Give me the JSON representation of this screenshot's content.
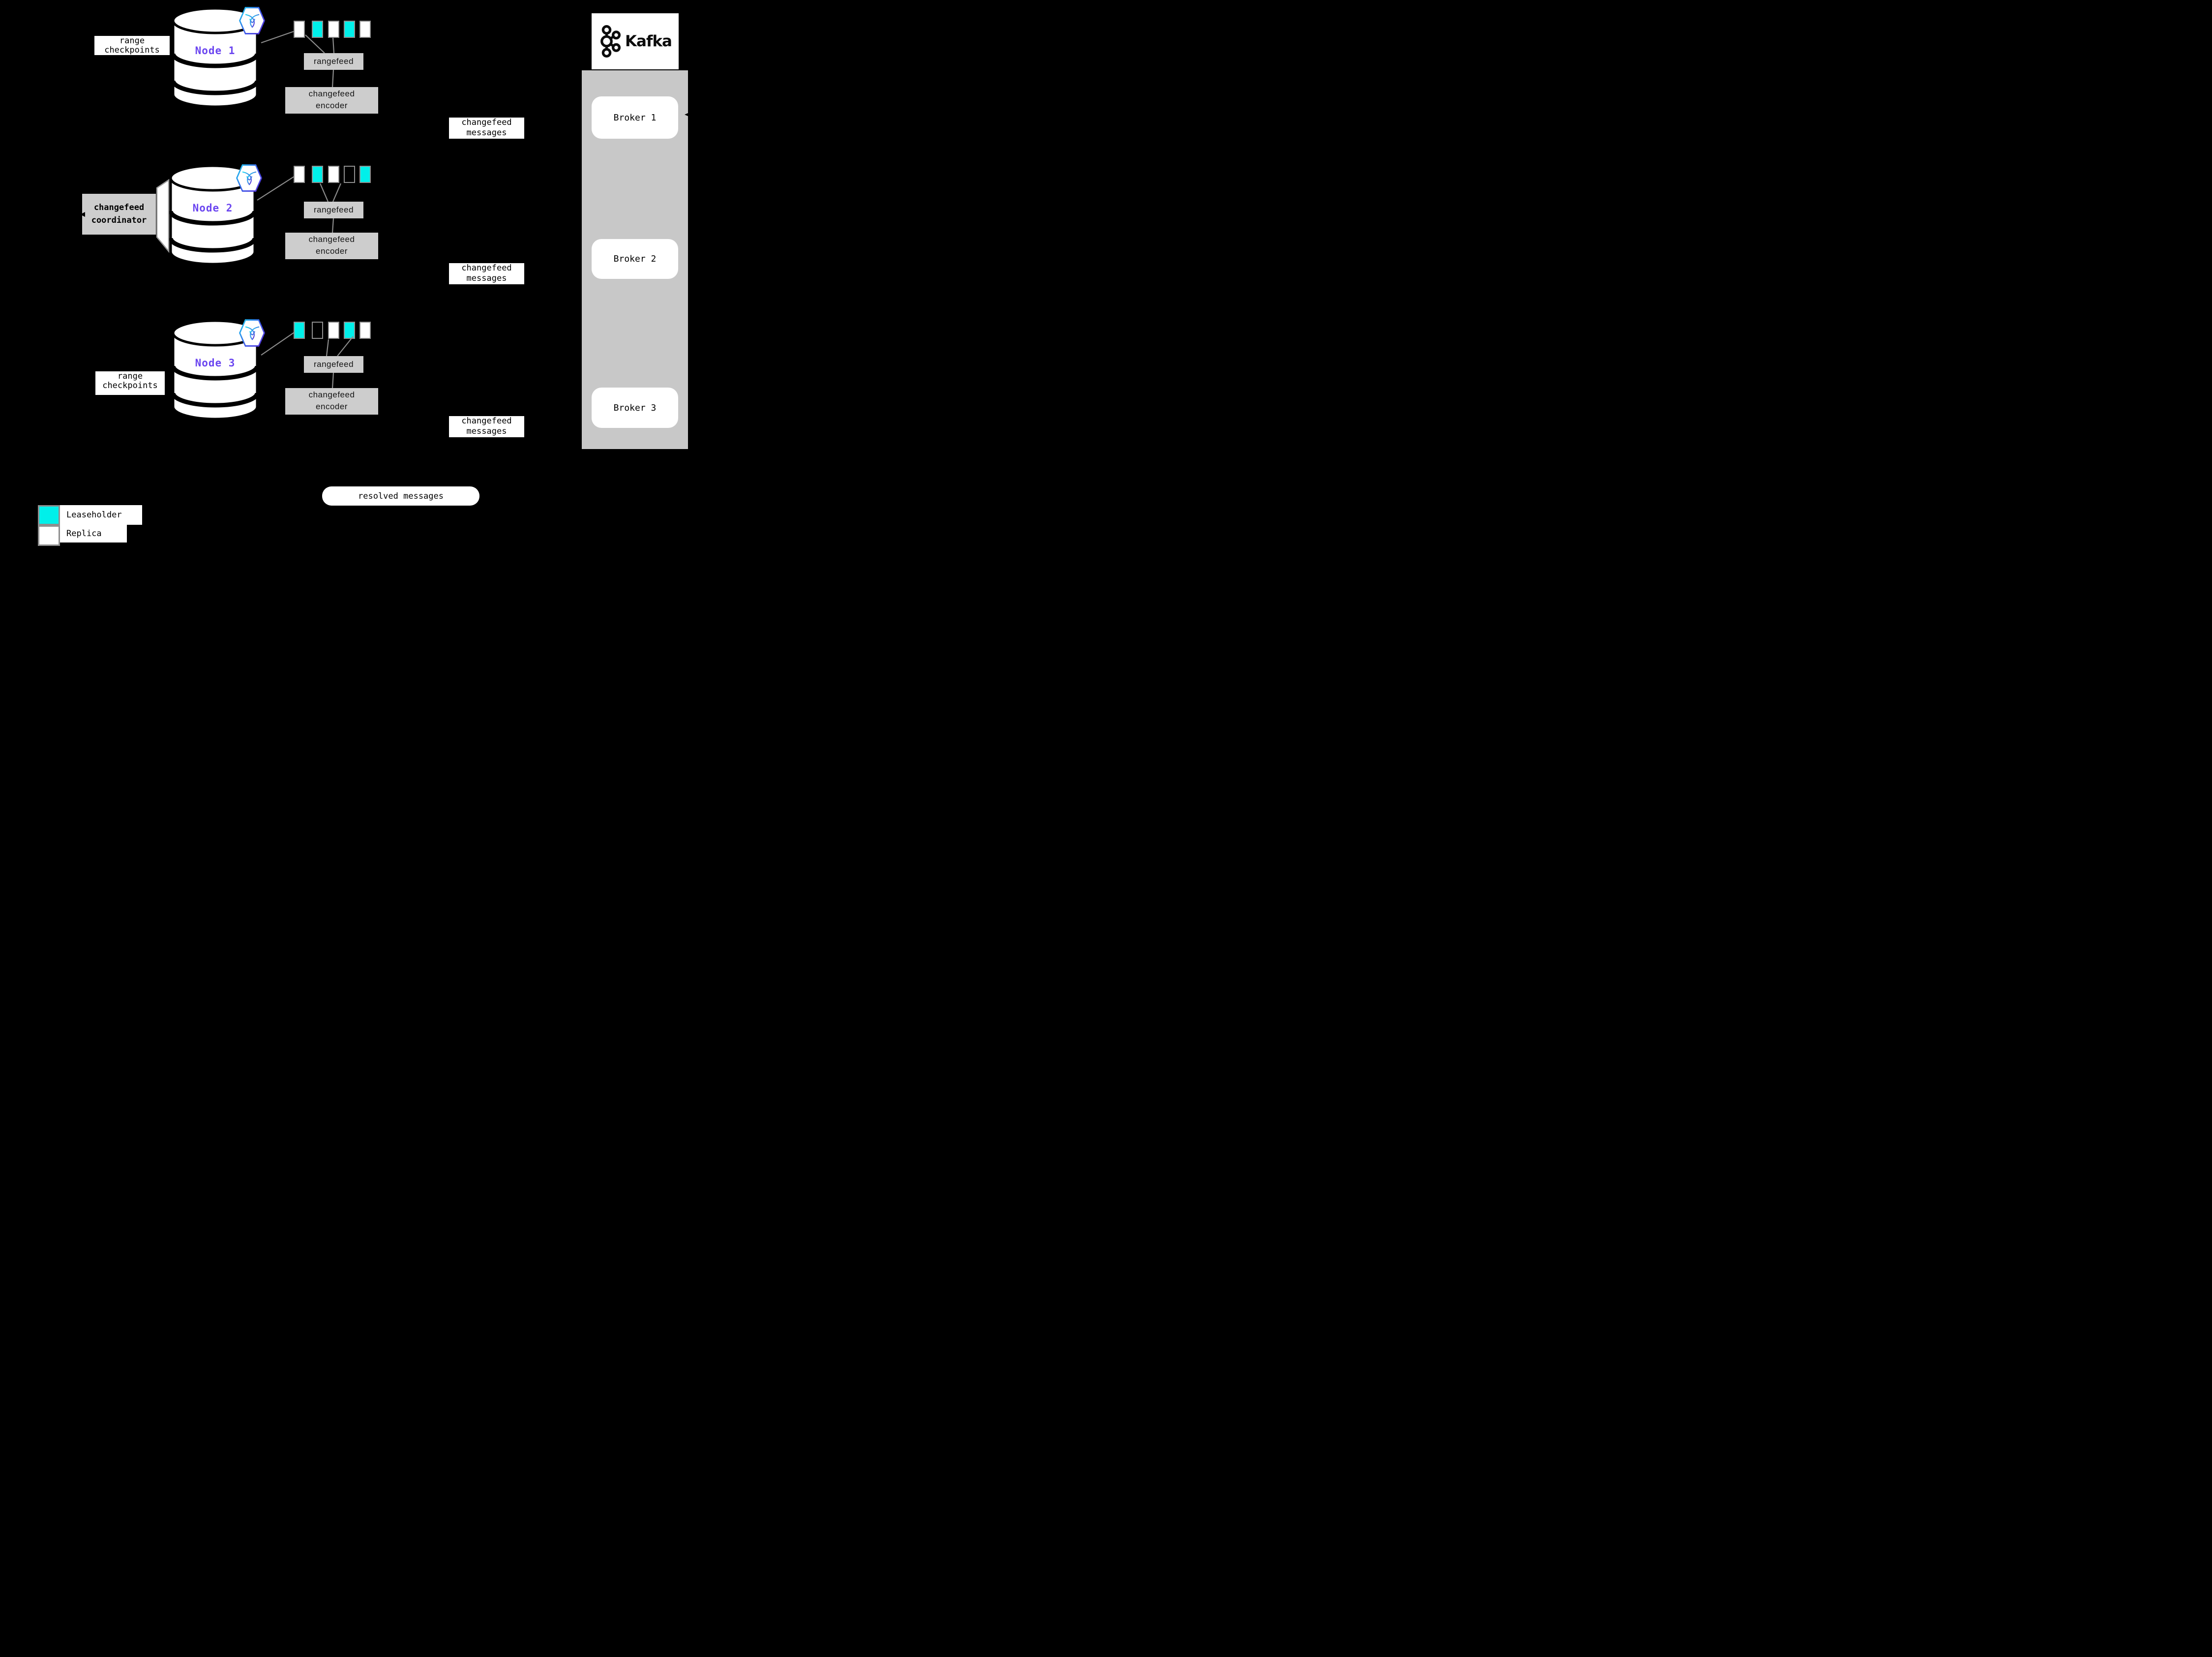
{
  "labels": {
    "range_checkpoints_line1": "range",
    "range_checkpoints_line2": "checkpoints",
    "coordinator_line1": "changefeed",
    "coordinator_line2": "coordinator",
    "rangefeed": "rangefeed",
    "encoder_line1": "changefeed",
    "encoder_line2": "encoder",
    "messages_line1": "changefeed",
    "messages_line2": "messages",
    "resolved_messages": "resolved messages"
  },
  "nodes": [
    {
      "name": "Node 1",
      "ranges": [
        "replica",
        "leaseholder",
        "replica",
        "leaseholder",
        "replica"
      ]
    },
    {
      "name": "Node 2",
      "ranges": [
        "replica",
        "leaseholder",
        "replica",
        "none",
        "leaseholder"
      ]
    },
    {
      "name": "Node 3",
      "ranges": [
        "leaseholder",
        "none",
        "replica",
        "leaseholder",
        "replica"
      ]
    }
  ],
  "kafka": {
    "brand": "Kafka",
    "brokers": [
      "Broker 1",
      "Broker 2",
      "Broker 3"
    ]
  },
  "legend": {
    "items": [
      {
        "label": "Leaseholder",
        "variant": "leaseholder"
      },
      {
        "label": "Replica",
        "variant": "replica"
      }
    ]
  },
  "colors": {
    "leaseholder": "#00f0ea",
    "replica": "#ffffff",
    "node_name_text": "#6b46f0",
    "process_box_gray": "#cdcdcd",
    "kafka_container_gray": "#c8c8c8",
    "connector_gray": "#8c8c8c",
    "cockroach_gradient_start": "#19d9f2",
    "cockroach_gradient_end": "#5b2fd8"
  }
}
